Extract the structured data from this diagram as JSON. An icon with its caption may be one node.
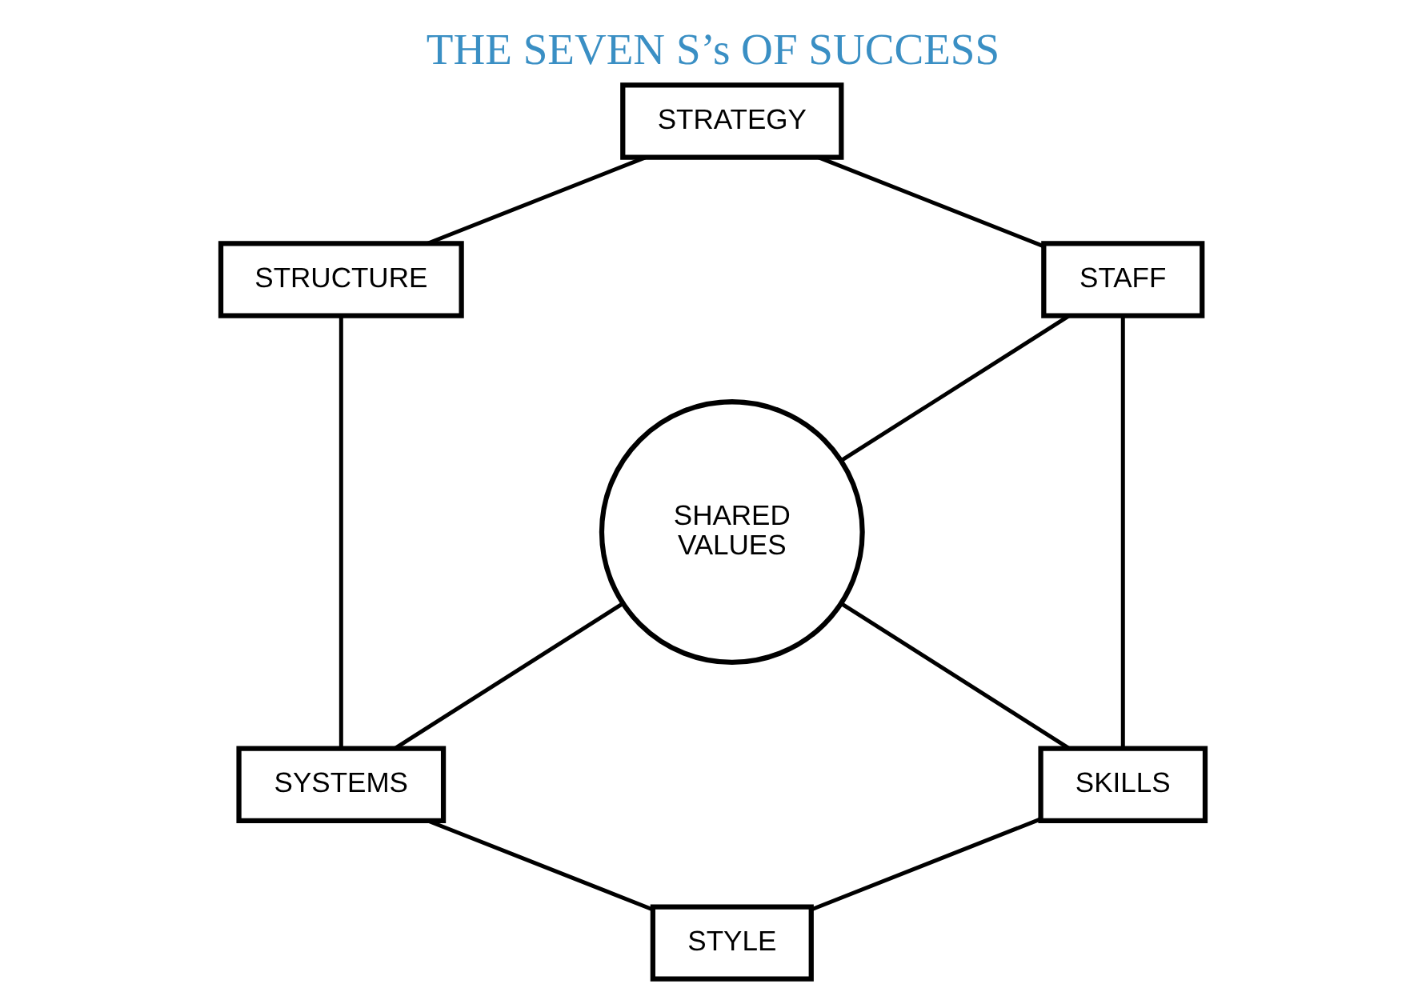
{
  "diagram": {
    "title": "THE SEVEN S’s OF SUCCESS",
    "nodes": [
      {
        "text": [
          "STRATEGY"
        ]
      },
      {
        "text": [
          "STRUCTURE"
        ]
      },
      {
        "text": [
          "STAFF"
        ]
      },
      {
        "text": [
          "SHARED VALUES"
        ]
      },
      {
        "text": [
          "SYSTEMS"
        ]
      },
      {
        "text": [
          "SKILLS"
        ]
      },
      {
        "text": [
          "STYLE"
        ]
      }
    ],
    "edges": [
      {
        "from": 0,
        "to": 1,
        "arrow": "none"
      },
      {
        "from": 0,
        "to": 2,
        "arrow": "none"
      },
      {
        "from": 1,
        "to": 4,
        "arrow": "none"
      },
      {
        "from": 2,
        "to": 5,
        "arrow": "none"
      },
      {
        "from": 2,
        "to": 3,
        "arrow": "none"
      },
      {
        "from": 3,
        "to": 4,
        "arrow": "none"
      },
      {
        "from": 3,
        "to": 5,
        "arrow": "none"
      },
      {
        "from": 4,
        "to": 6,
        "arrow": "none"
      },
      {
        "from": 6,
        "to": 5,
        "arrow": "none"
      }
    ]
  }
}
